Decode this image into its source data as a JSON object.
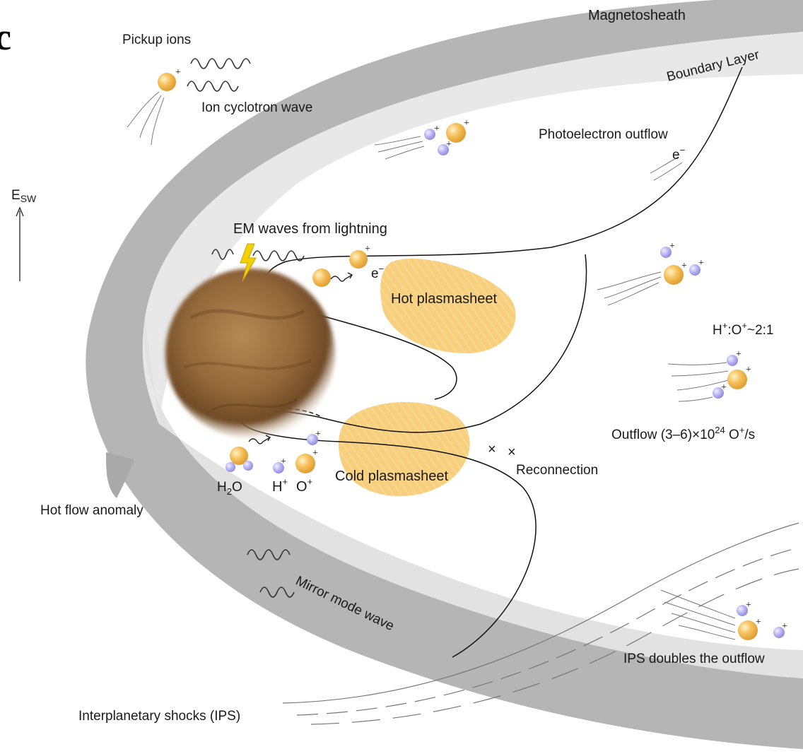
{
  "panel_letter": "c",
  "labels": {
    "magnetosheath": "Magnetosheath",
    "boundary_layer": "Boundary Layer",
    "pickup_ions": "Pickup ions",
    "ion_cyclotron_wave": "Ion cyclotron wave",
    "photoelectron_outflow": "Photoelectron outflow",
    "e_minus_outflow": "e",
    "esw": "E",
    "esw_sub": "SW",
    "em_waves": "EM waves from lightning",
    "e_minus_ion": "e",
    "hot_plasmasheet": "Hot plasmasheet",
    "ratio_h": "H",
    "ratio_mid": ":O",
    "ratio_tail": "~2:1",
    "outflow_prefix": "Outflow (3–6)×10",
    "outflow_exp": "24",
    "outflow_suffix": " O",
    "outflow_unit": "/s",
    "h2o_h": "H",
    "h2o_sub": "2",
    "h2o_o": "O",
    "h_plus": "H",
    "o_plus": "O",
    "cold_plasmasheet": "Cold plasmasheet",
    "reconnection": "Reconnection",
    "hot_flow_anomaly": "Hot flow anomaly",
    "mirror_mode_wave": "Mirror mode wave",
    "ips_doubles": "IPS doubles the outflow",
    "interplanetary_shocks": "Interplanetary shocks (IPS)",
    "plus": "+",
    "minus": "−",
    "cross": "×"
  },
  "colors": {
    "magnetosheath": "#b2b2b2",
    "magnetosheath_light": "#e7e7e7",
    "plasmasheet": "#f8cf7c",
    "heavy_ion": "#f2b14a",
    "light_ion": "#a9a6ee",
    "lightning": "#f4d000",
    "planet": "#9a7040"
  }
}
